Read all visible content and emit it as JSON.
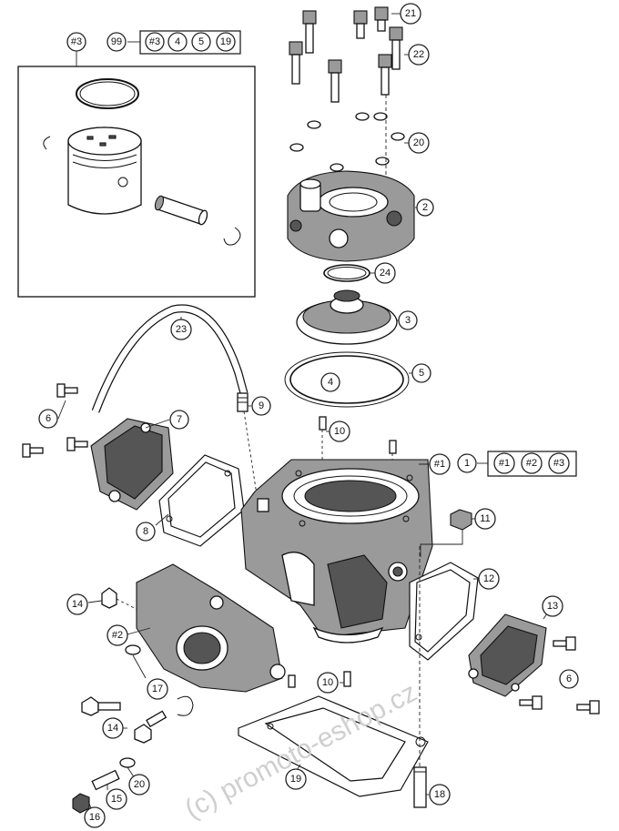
{
  "watermark": "(c) promoto-eshop.cz",
  "kit_box": {
    "label": "#3",
    "contents_refs": [
      "99",
      "#3",
      "4",
      "5",
      "19"
    ]
  },
  "cylinder_kit": {
    "label": "1",
    "contents_refs": [
      "#1",
      "#2",
      "#3"
    ]
  },
  "callouts": {
    "c21": "21",
    "c22": "22",
    "c20a": "20",
    "c2": "2",
    "c24": "24",
    "c3": "3",
    "c4": "4",
    "c5": "5",
    "c23": "23",
    "c9": "9",
    "c7": "7",
    "c6a": "6",
    "c10a": "10",
    "c1ref": "#1",
    "c8": "8",
    "c11": "11",
    "c12": "12",
    "c13": "13",
    "c14a": "14",
    "c2ref": "#2",
    "c17": "17",
    "c6b": "6",
    "c14b": "14",
    "c10b": "10",
    "c20b": "20",
    "c15": "15",
    "c19": "19",
    "c16": "16",
    "c18": "18"
  }
}
